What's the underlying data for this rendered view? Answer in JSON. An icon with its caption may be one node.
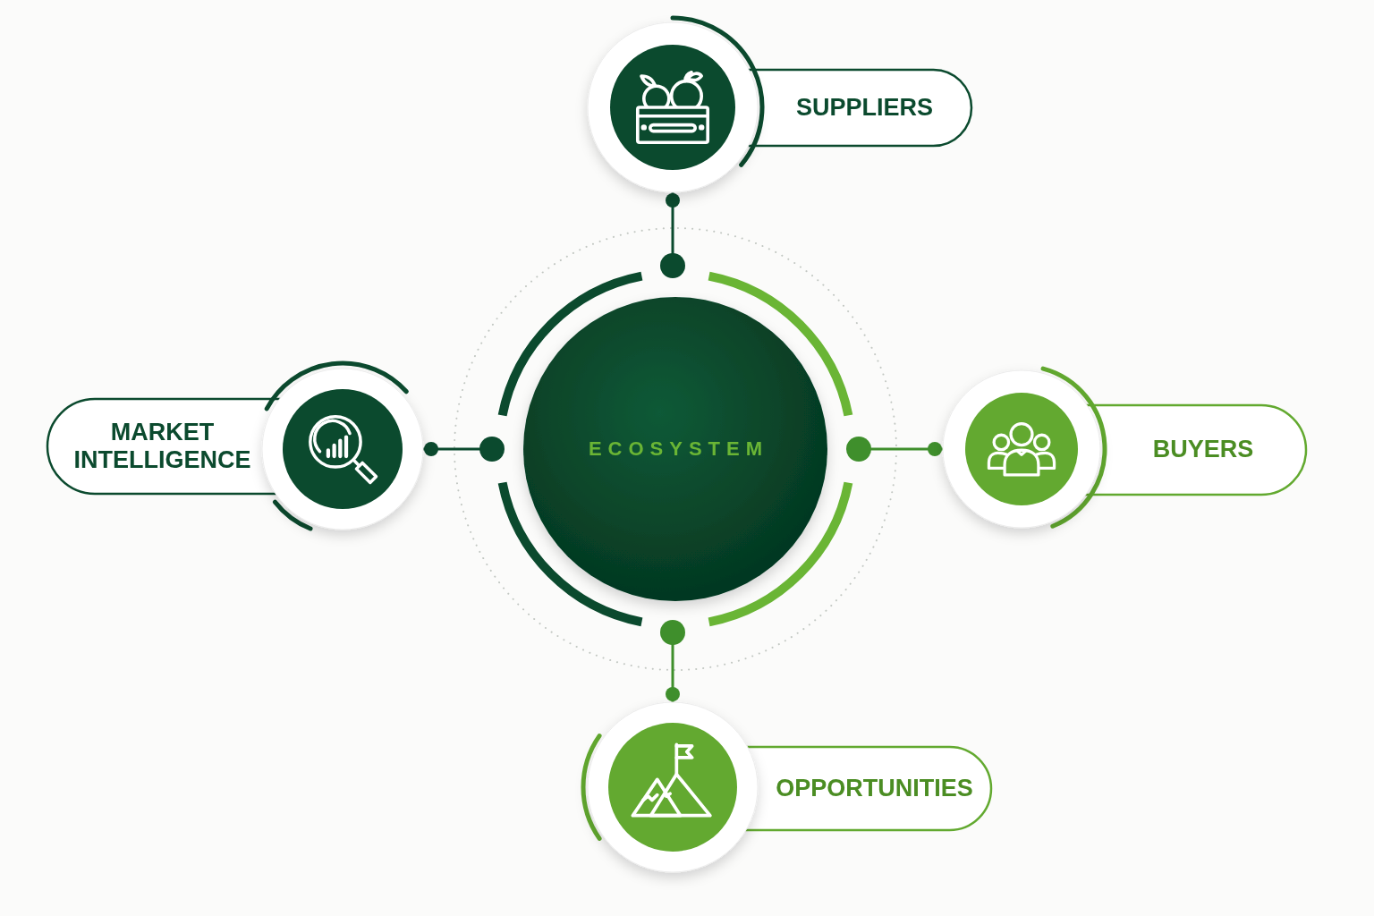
{
  "diagram": {
    "nodes": [
      {
        "text": [
          "SUPPLIERS"
        ]
      },
      {
        "text": [
          "MARKET INTELLIGENCE"
        ]
      },
      {
        "text": [
          "ECOSYSTEM"
        ]
      },
      {
        "text": [
          "BUYERS"
        ]
      },
      {
        "text": [
          "OPPORTUNITIES"
        ]
      }
    ],
    "edges": [
      {
        "from": 2,
        "to": 0,
        "arrow": "other"
      },
      {
        "from": 2,
        "to": 1,
        "arrow": "other"
      },
      {
        "from": 2,
        "to": 3,
        "arrow": "other",
        "color": "#3f8f2c"
      },
      {
        "from": 2,
        "to": 4,
        "arrow": "other",
        "color": "#3f8f2c"
      }
    ]
  }
}
